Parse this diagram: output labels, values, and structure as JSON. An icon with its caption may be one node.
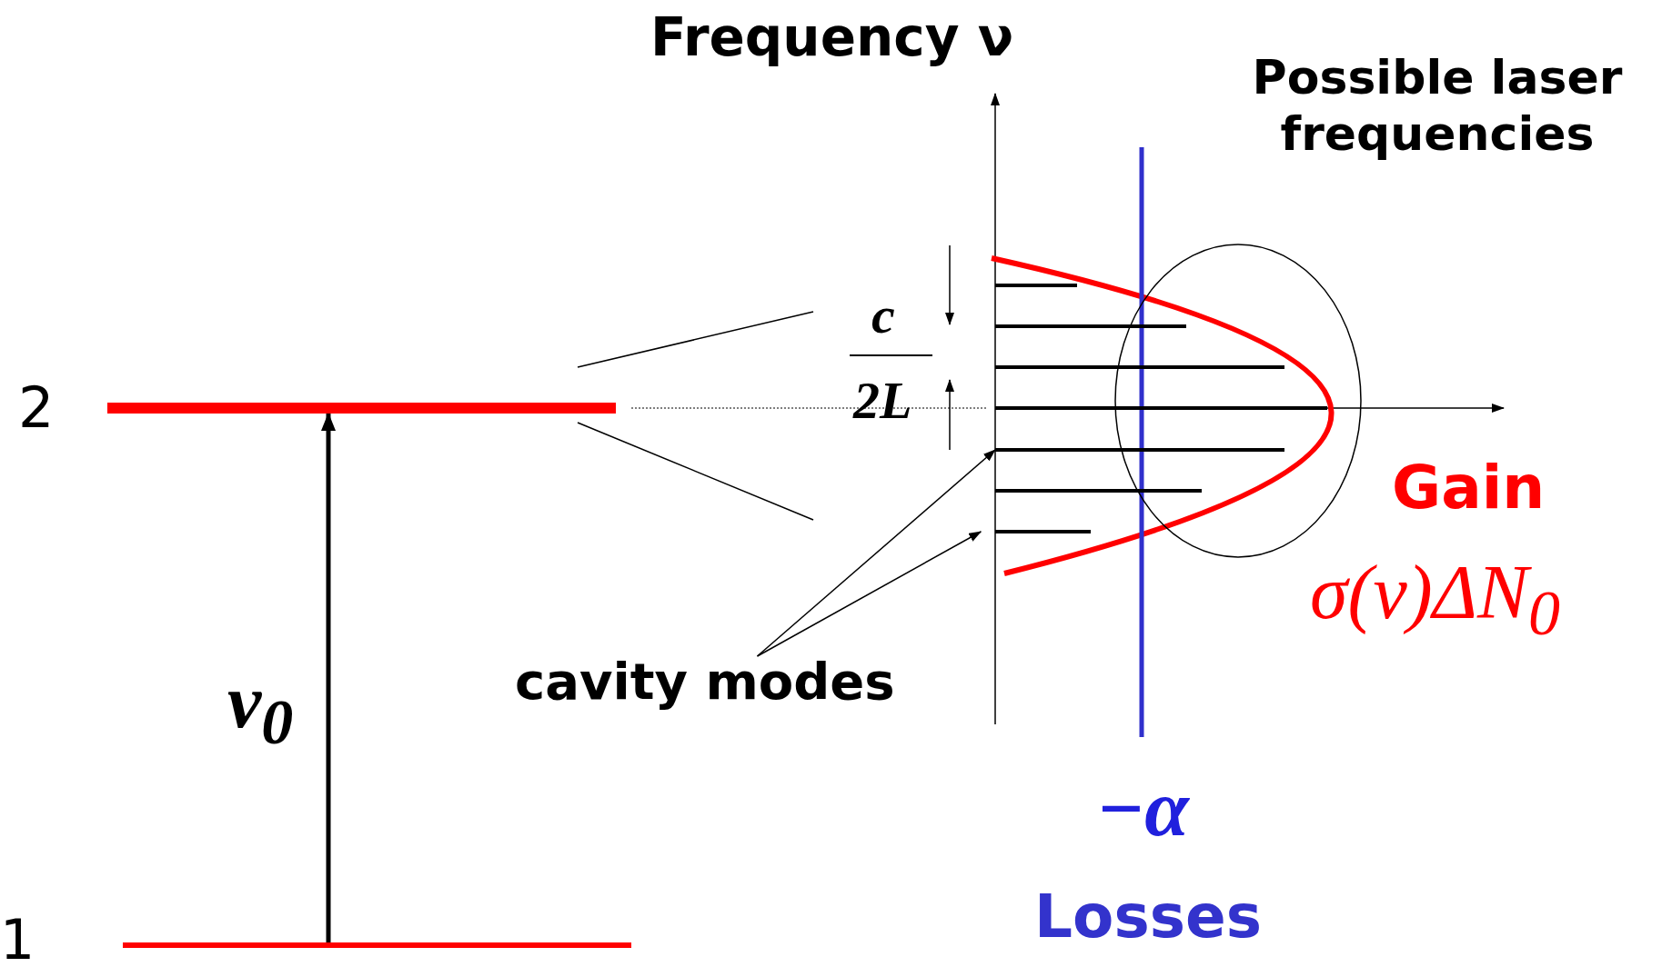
{
  "diagram": {
    "nodes": [
      {
        "text": [],
        "shape": "bar",
        "beside": [
          "2"
        ]
      },
      {
        "text": [],
        "shape": "bar",
        "beside": [
          "1"
        ]
      },
      {
        "text": [
          "cavity modes"
        ]
      },
      {
        "text": [],
        "shape": "bar"
      },
      {
        "text": [],
        "shape": "bar"
      },
      {
        "text": [
          "Possible laser frequencies"
        ]
      }
    ],
    "edges": [
      {
        "from": 1,
        "to": 0,
        "arrow": "to",
        "label": "ν$_{0}$",
        "style": "thick"
      },
      {
        "from": 2,
        "to": 3,
        "arrow": "to"
      },
      {
        "from": 2,
        "to": 4,
        "arrow": "to"
      }
    ],
    "labels": [
      "Frequency ν",
      "c",
      "2L",
      "Gain",
      "σ(ν)ΔN$_{0}$",
      "−α",
      "Losses"
    ]
  }
}
